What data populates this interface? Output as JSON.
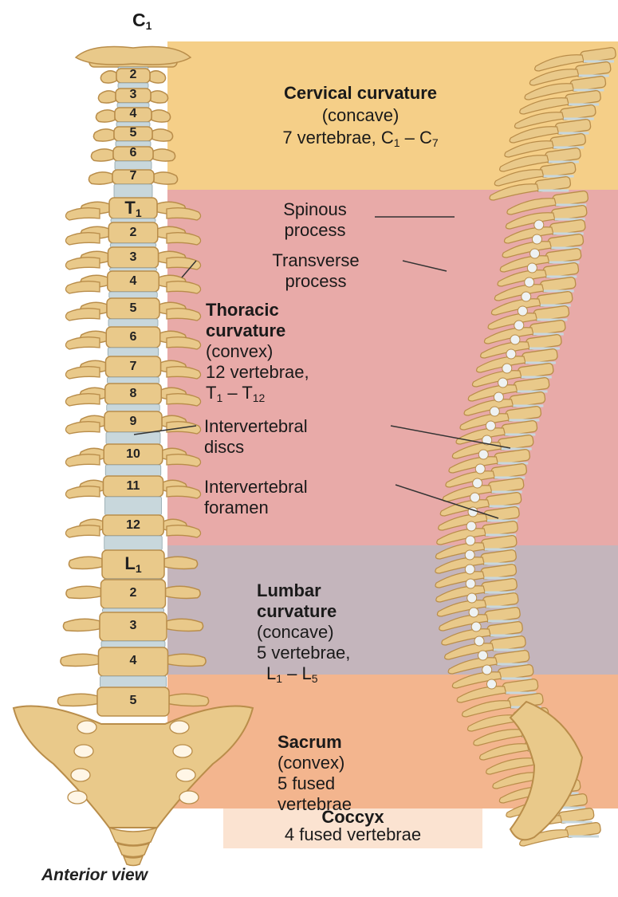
{
  "top_label": {
    "letter": "C",
    "sub": "1"
  },
  "cervical": {
    "title": "Cervical curvature",
    "shape": "(concave)",
    "count_prefix": "7 vertebrae, C",
    "range_start_sub": "1",
    "range_dash": " – C",
    "range_end_sub": "7",
    "color": "#f5cf88"
  },
  "thoracic": {
    "title_line1": "Thoracic",
    "title_line2": "curvature",
    "shape": "(convex)",
    "count": "12 vertebrae,",
    "range_start": "T",
    "range_start_sub": "1",
    "range_dash": " – T",
    "range_end_sub": "12",
    "color": "#e8aaa8"
  },
  "lumbar": {
    "title_line1": "Lumbar",
    "title_line2": "curvature",
    "shape": "(concave)",
    "count": "5 vertebrae,",
    "range_start": "L",
    "range_start_sub": "1",
    "range_dash": " – L",
    "range_end_sub": "5",
    "color": "#c4b5bc"
  },
  "sacrum": {
    "title": "Sacrum",
    "shape": "(convex)",
    "line1": "5 fused",
    "line2": "vertebrae",
    "color": "#f3b58e"
  },
  "coccyx": {
    "title": "Coccyx",
    "detail": "4 fused vertebrae",
    "color": "#fbe3d1"
  },
  "callouts": {
    "spinous": [
      "Spinous",
      "process"
    ],
    "transverse": [
      "Transverse",
      "process"
    ],
    "discs": [
      "Intervertebral",
      "discs"
    ],
    "foramen": [
      "Intervertebral",
      "foramen"
    ]
  },
  "vertebra_labels": {
    "cervical": [
      "2",
      "3",
      "4",
      "5",
      "6",
      "7"
    ],
    "thoracic_first": {
      "letter": "T",
      "sub": "1"
    },
    "thoracic": [
      "2",
      "3",
      "4",
      "5",
      "6",
      "7",
      "8",
      "9",
      "10",
      "11",
      "12"
    ],
    "lumbar_first": {
      "letter": "L",
      "sub": "1"
    },
    "lumbar": [
      "2",
      "3",
      "4",
      "5"
    ]
  },
  "caption": "Anterior view",
  "colors": {
    "bone": "#e9c98a",
    "bone_shadow": "#b98d4a",
    "disc": "#c8d7dc"
  }
}
